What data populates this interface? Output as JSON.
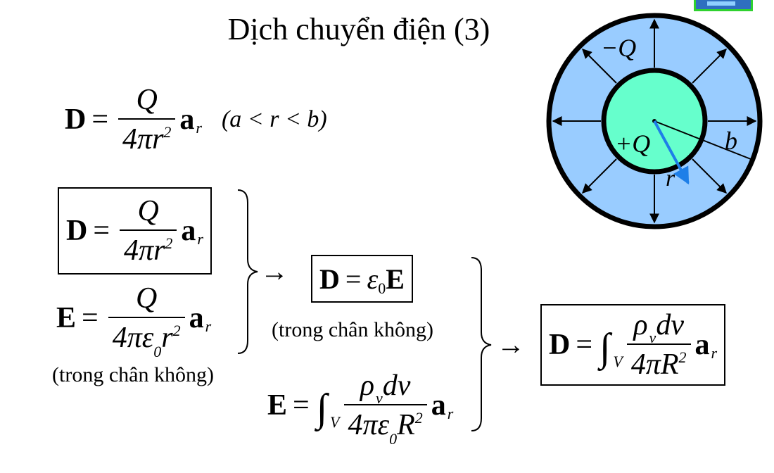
{
  "title": "Dịch chuyển điện (3)",
  "eq1": {
    "lhs": "D",
    "eq": "=",
    "num": "Q",
    "den_main": "4πr",
    "den_exp": "2",
    "vec": "a",
    "vec_sub": "r",
    "condition": "(a < r < b)"
  },
  "eq2": {
    "lhs": "D",
    "eq": "=",
    "num": "Q",
    "den_main": "4πr",
    "den_exp": "2",
    "vec": "a",
    "vec_sub": "r"
  },
  "eq3": {
    "lhs": "E",
    "eq": "=",
    "num": "Q",
    "den_a": "4πε",
    "den_sub": "0",
    "den_b": "r",
    "den_exp": "2",
    "vec": "a",
    "vec_sub": "r"
  },
  "note_left": "(trong chân không)",
  "arrow_1": "→",
  "eq4": {
    "lhs": "D",
    "eq": "=",
    "eps": "ε",
    "eps_sub": "0",
    "rhs": "E"
  },
  "note_mid": "(trong chân không)",
  "eq5": {
    "lhs": "E",
    "eq": "=",
    "int": "∫",
    "int_sub": "V",
    "num_a": "ρ",
    "num_sub": "v",
    "num_b": "dv",
    "den_a": "4πε",
    "den_sub": "0",
    "den_b": "R",
    "den_exp": "2",
    "vec": "a",
    "vec_sub": "r"
  },
  "arrow_2": "→",
  "eq6": {
    "lhs": "D",
    "eq": "=",
    "int": "∫",
    "int_sub": "V",
    "num_a": "ρ",
    "num_sub": "v",
    "num_b": "dv",
    "den_a": "4πR",
    "den_exp": "2",
    "vec": "a",
    "vec_sub": "r"
  },
  "diagram": {
    "outer_charge": "−Q",
    "inner_charge": "+Q",
    "label_b": "b",
    "label_r": "r",
    "colors": {
      "outer_fill": "#99ccff",
      "inner_fill": "#66ffcc",
      "arrow_r": "#1e7fe8",
      "stroke": "#000000"
    }
  }
}
